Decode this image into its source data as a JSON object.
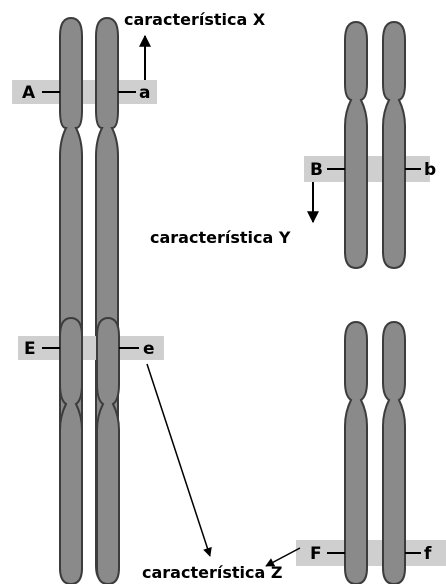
{
  "colors": {
    "chromosome_fill": "#8a8a8a",
    "chromosome_outline": "#3c3c3c",
    "band": "#cfcfcf",
    "text": "#000000"
  },
  "pairs": [
    {
      "left_label": "A",
      "right_label": "a",
      "trait": "característica X"
    },
    {
      "left_label": "B",
      "right_label": "b",
      "trait": "característica Y"
    },
    {
      "left_label": "E",
      "right_label": "e",
      "trait": "característica Z"
    },
    {
      "left_label": "F",
      "right_label": "f",
      "trait": "característica Z"
    }
  ],
  "shared_trait_label": "característica Z"
}
